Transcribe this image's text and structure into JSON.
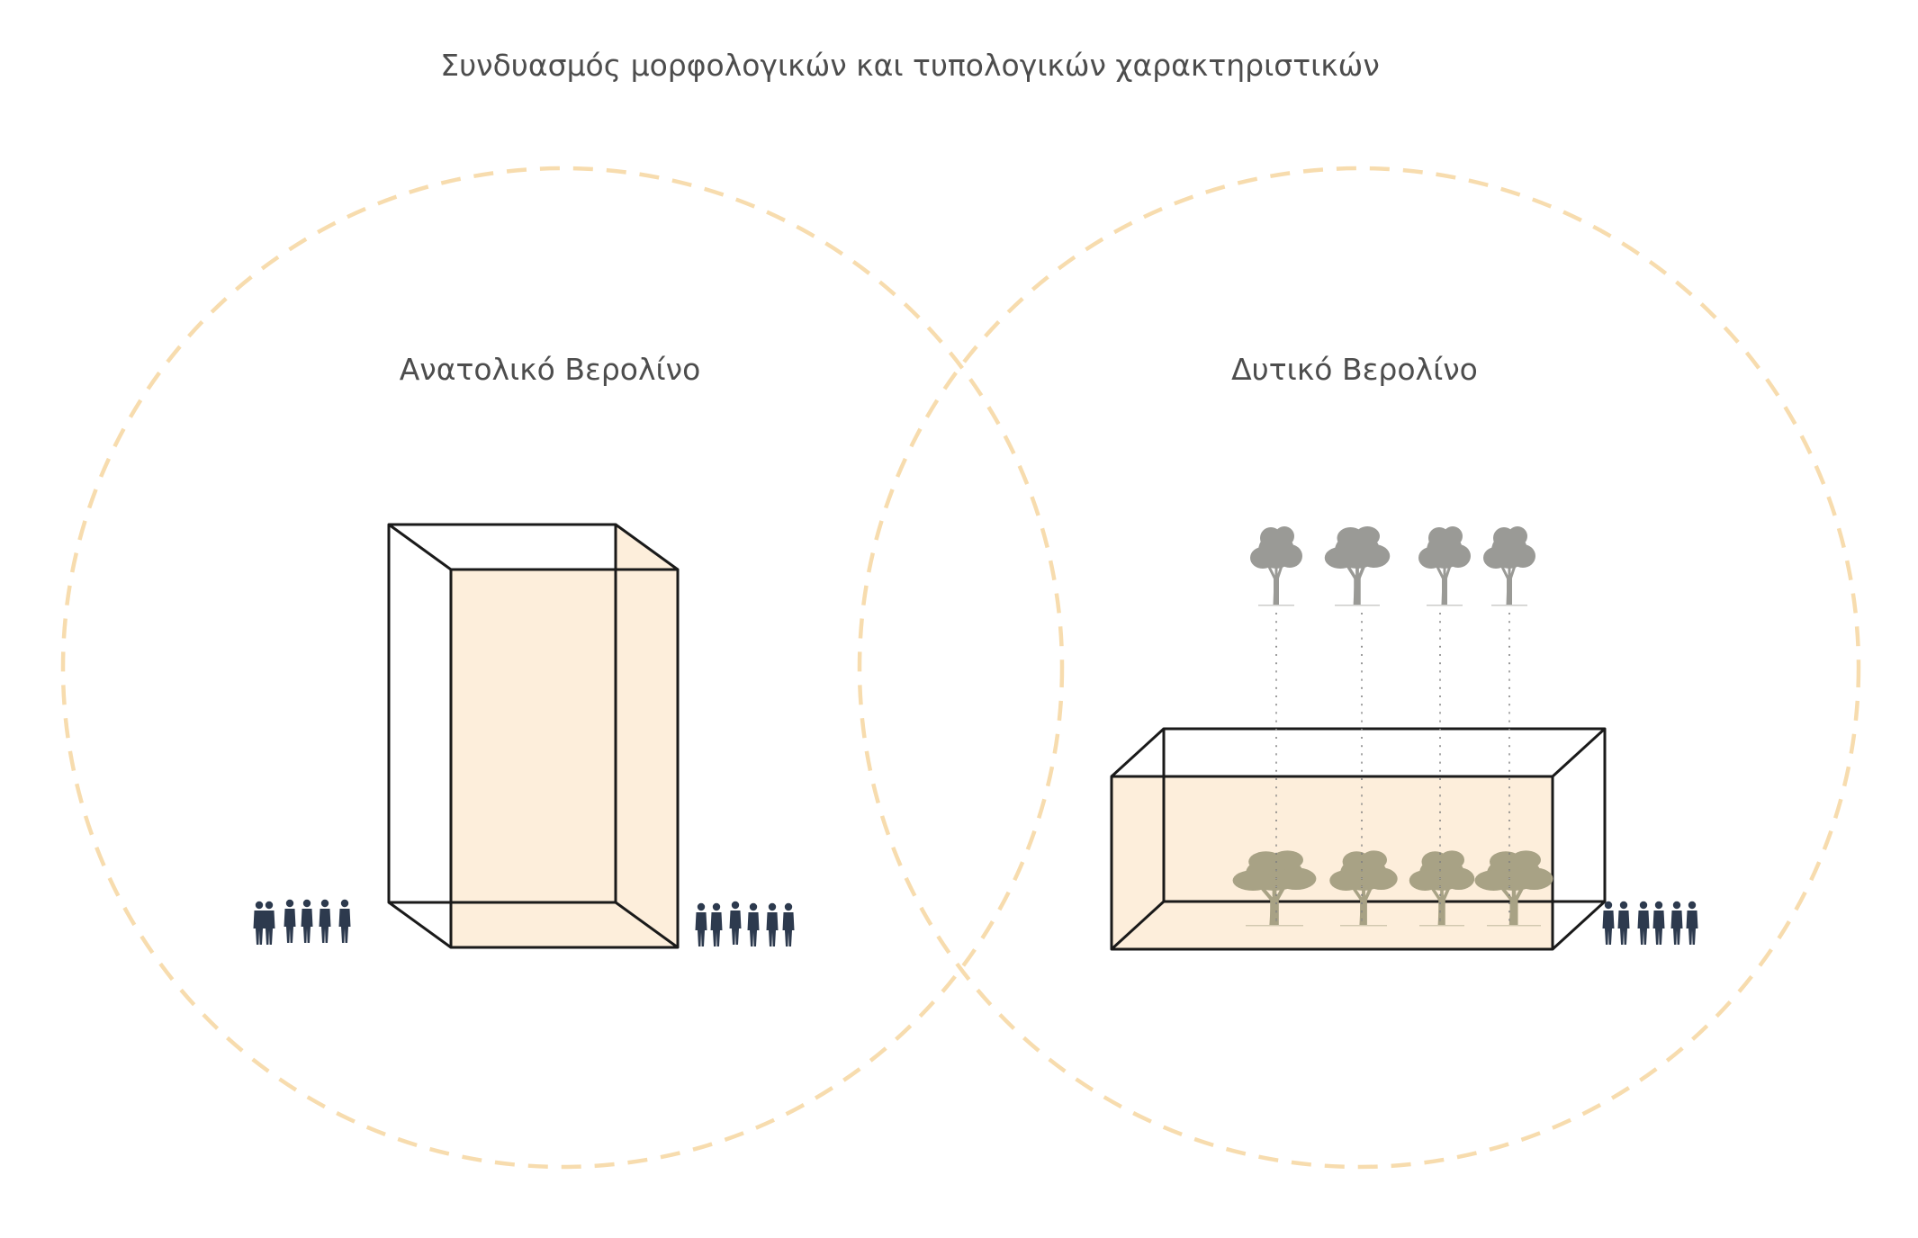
{
  "title": "Συνδυασμός μορφολογικών και τυπολογικών χαρακτηριστικών",
  "regions": {
    "left": {
      "label": "Ανατολικό Βερολίνο",
      "building": "tall-tower"
    },
    "right": {
      "label": "Δυτικό Βερολίνο",
      "building": "low-block-with-courtyard-trees"
    }
  },
  "icons": {
    "people": "people-silhouette-icon",
    "tree": "tree-icon"
  },
  "colors": {
    "circle_dash": "#f7dcae",
    "box_fill": "#fdeedb",
    "box_outline": "#1a1a1a",
    "people": "#2d3a4e",
    "tree_top": "#9a9a96",
    "tree_inside": "#a8a285",
    "text": "#4d4d4d"
  }
}
